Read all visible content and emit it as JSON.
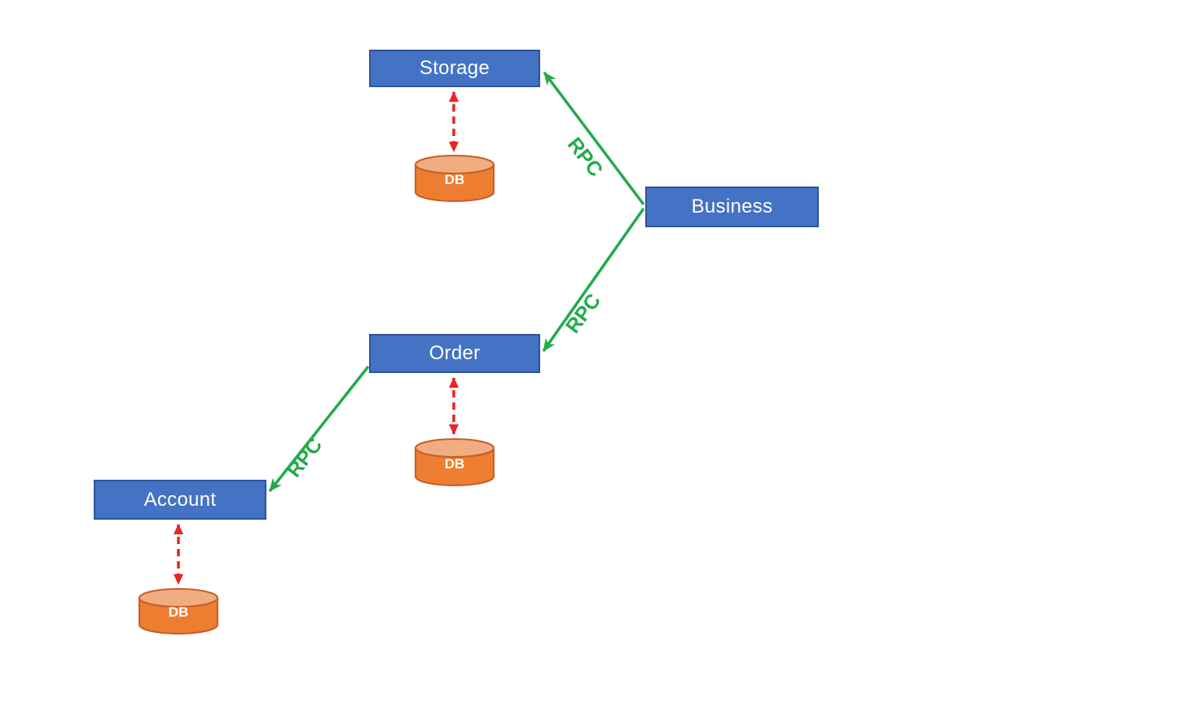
{
  "diagram": {
    "nodes": {
      "storage": {
        "label": "Storage"
      },
      "business": {
        "label": "Business"
      },
      "order": {
        "label": "Order"
      },
      "account": {
        "label": "Account"
      }
    },
    "databases": {
      "storage_db": {
        "label": "DB"
      },
      "order_db": {
        "label": "DB"
      },
      "account_db": {
        "label": "DB"
      }
    },
    "edges": {
      "business_to_storage": {
        "label": "RPC"
      },
      "business_to_order": {
        "label": "RPC"
      },
      "order_to_account": {
        "label": "RPC"
      }
    }
  },
  "colors": {
    "service_fill": "#4472c4",
    "service_border": "#2e549b",
    "service_text": "#ffffff",
    "db_fill": "#ed7d31",
    "db_top_fill": "#f1ad80",
    "db_border": "#c4602a",
    "db_text": "#ffffff",
    "rpc_green": "#23aa4b",
    "link_red": "#ee2222",
    "background": "#ffffff"
  }
}
